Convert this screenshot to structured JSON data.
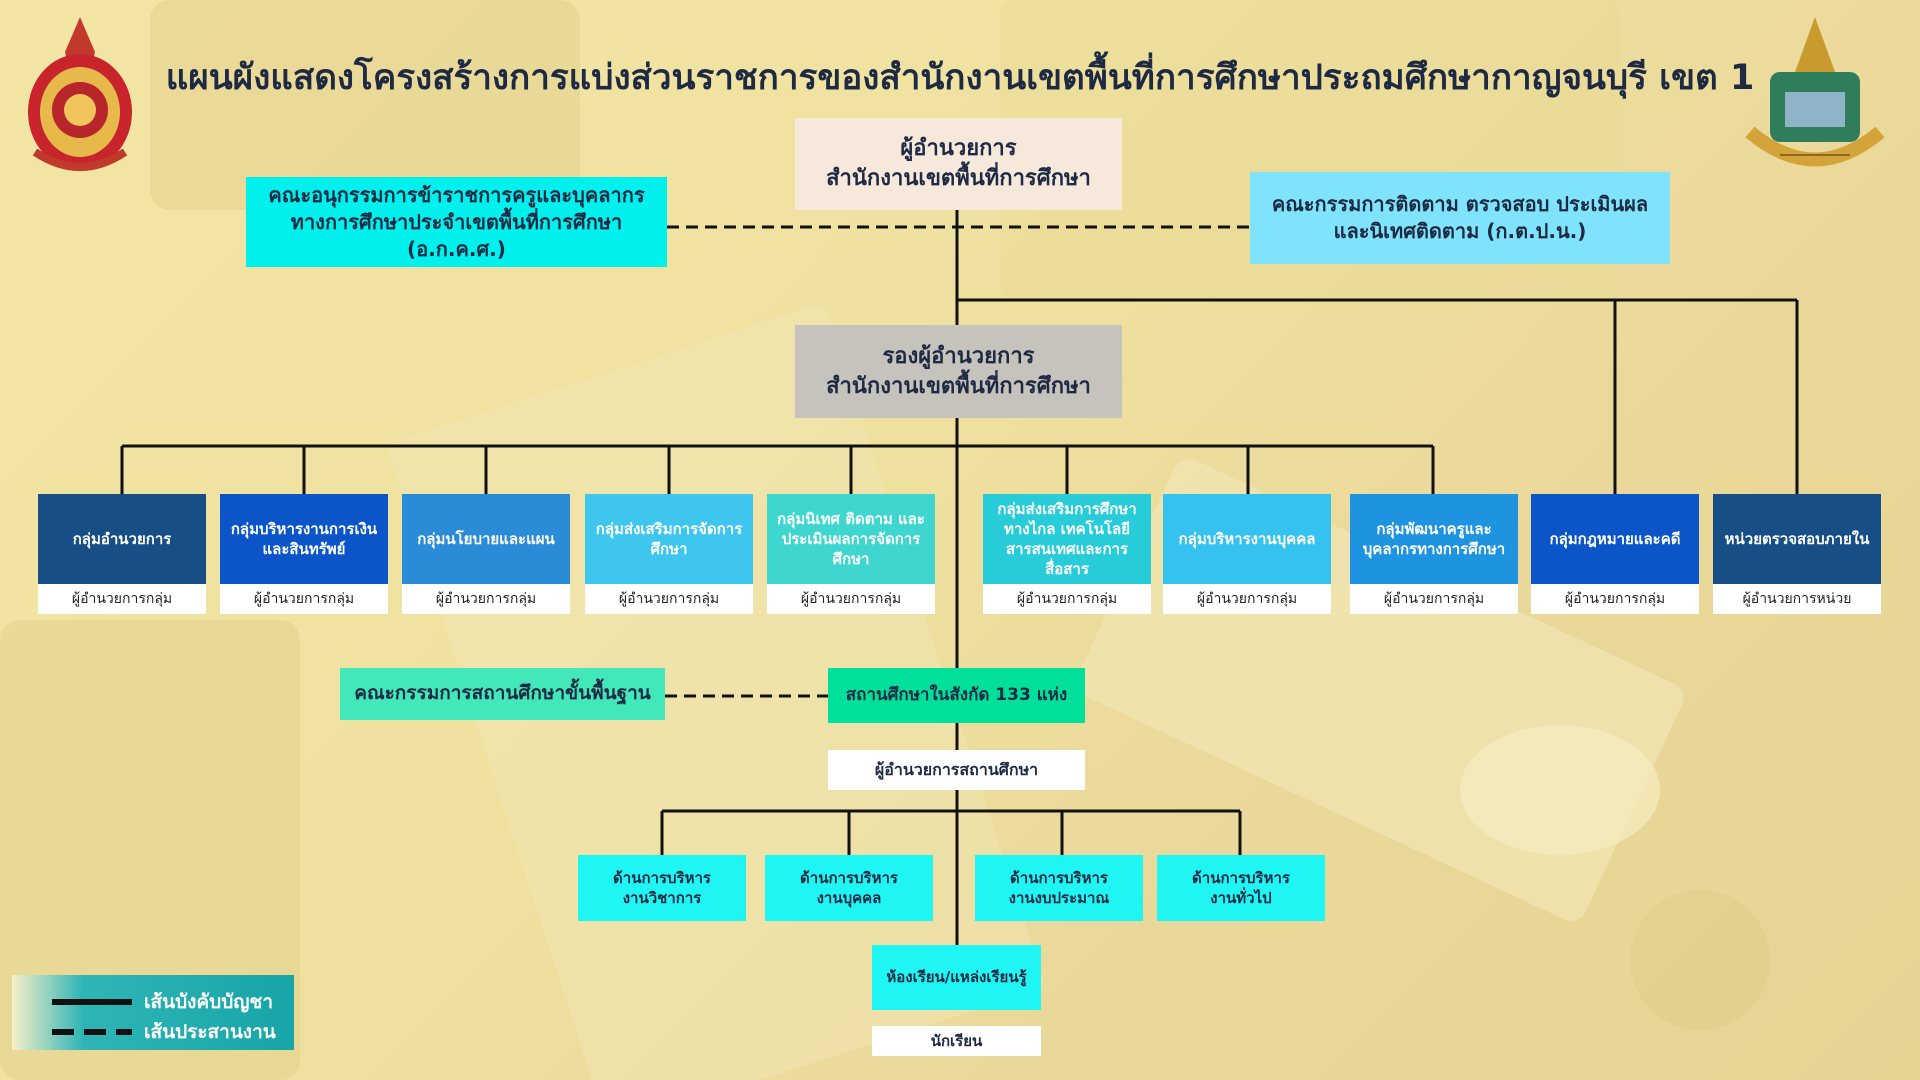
{
  "title": "แผนผังแสดงโครงสร้างการแบ่งส่วนราชการของสำนักงานเขตพื้นที่การศึกษาประถมศึกษากาญจนบุรี เขต 1",
  "director": "ผู้อำนวยการ\nสำนักงานเขตพื้นที่การศึกษา",
  "subcommittee": "คณะอนุกรรมการข้าราชการครูและบุคลากร\nทางการศึกษาประจำเขตพื้นที่การศึกษา\n(อ.ก.ค.ศ.)",
  "monitoring_committee": "คณะกรรมการติดตาม ตรวจสอบ ประเมินผล\nและนิเทศติดตาม (ก.ต.ป.น.)",
  "deputy_director": "รองผู้อำนวยการ\nสำนักงานเขตพื้นที่การศึกษา",
  "departments": [
    {
      "name": "กลุ่มอำนวยการ",
      "head": "ผู้อำนวยการกลุ่ม",
      "color": "#174e86"
    },
    {
      "name": "กลุ่มบริหารงานการเงิน\nและสินทรัพย์",
      "head": "ผู้อำนวยการกลุ่ม",
      "color": "#0b55c8"
    },
    {
      "name": "กลุ่มนโยบายและแผน",
      "head": "ผู้อำนวยการกลุ่ม",
      "color": "#2a8bd6"
    },
    {
      "name": "กลุ่มส่งเสริมการจัดการ\nศึกษา",
      "head": "ผู้อำนวยการกลุ่ม",
      "color": "#3ec6ef"
    },
    {
      "name": "กลุ่มนิเทศ ติดตาม และ\nประเมินผลการจัดการ\nศึกษา",
      "head": "ผู้อำนวยการกลุ่ม",
      "color": "#3fd6cf"
    },
    {
      "name": "กลุ่มส่งเสริมการศึกษา\nทางไกล เทคโนโลยี\nสารสนเทศและการสื่อสาร",
      "head": "ผู้อำนวยการกลุ่ม",
      "color": "#28ccd9"
    },
    {
      "name": "กลุ่มบริหารงานบุคคล",
      "head": "ผู้อำนวยการกลุ่ม",
      "color": "#35c2ef"
    },
    {
      "name": "กลุ่มพัฒนาครูและ\nบุคลากรทางการศึกษา",
      "head": "ผู้อำนวยการกลุ่ม",
      "color": "#1e94e0"
    },
    {
      "name": "กลุ่มกฎหมายและคดี",
      "head": "ผู้อำนวยการกลุ่ม",
      "color": "#0b55c8"
    },
    {
      "name": "หน่วยตรวจสอบภายใน",
      "head": "ผู้อำนวยการหน่วย",
      "color": "#174e86"
    }
  ],
  "school_board": "คณะกรรมการสถานศึกษาขั้นพื้นฐาน",
  "schools": "สถานศึกษาในสังกัด 133 แห่ง",
  "school_director": "ผู้อำนวยการสถานศึกษา",
  "admin_areas": [
    "ด้านการบริหาร\nงานวิชาการ",
    "ด้านการบริหาร\nงานบุคคล",
    "ด้านการบริหาร\nงานงบประมาณ",
    "ด้านการบริหาร\nงานทั่วไป"
  ],
  "classroom": "ห้องเรียน/แหล่งเรียนรู้",
  "students": "นักเรียน",
  "legend": {
    "solid": "เส้นบังคับบัญชา",
    "dashed": "เส้นประสานงาน"
  }
}
